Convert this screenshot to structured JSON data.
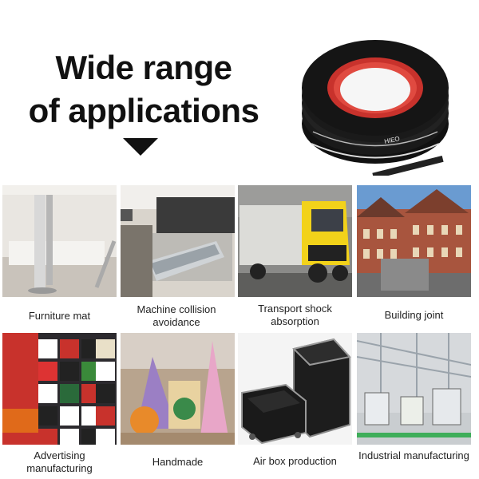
{
  "headline": {
    "line1": "Wide range",
    "line2": "of applications"
  },
  "product_image": {
    "brand_text": "HIEO"
  },
  "applications": [
    {
      "label": "Furniture mat"
    },
    {
      "label": "Machine collision avoidance"
    },
    {
      "label": "Transport shock absorption"
    },
    {
      "label": "Building joint"
    },
    {
      "label": "Advertising manufacturing"
    },
    {
      "label": "Handmade"
    },
    {
      "label": "Air box production"
    },
    {
      "label": "Industrial manufacturing"
    }
  ],
  "colors": {
    "text": "#111111",
    "tape_black": "#1a1a1a",
    "tape_red": "#c8322c",
    "truck_yellow": "#f2d21a"
  }
}
